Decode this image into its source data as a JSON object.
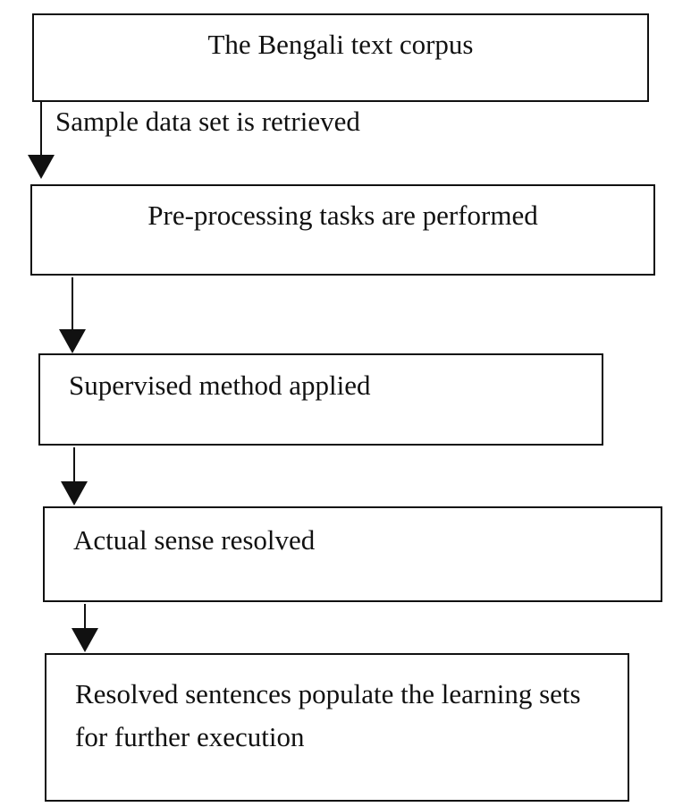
{
  "diagram": {
    "type": "flowchart",
    "boxes": [
      {
        "label": "The Bengali text corpus"
      },
      {
        "label": "Pre-processing tasks are performed"
      },
      {
        "label": "Supervised method applied"
      },
      {
        "label": "Actual sense resolved"
      },
      {
        "label": "Resolved sentences populate the learning sets for further execution"
      }
    ],
    "edges": [
      {
        "from": 0,
        "to": 1,
        "label": "Sample data set is retrieved"
      },
      {
        "from": 1,
        "to": 2,
        "label": ""
      },
      {
        "from": 2,
        "to": 3,
        "label": ""
      },
      {
        "from": 3,
        "to": 4,
        "label": ""
      }
    ],
    "arrow_label": "Sample data set is retrieved",
    "colors": {
      "border": "#111111",
      "text": "#111111",
      "background": "#ffffff"
    }
  }
}
